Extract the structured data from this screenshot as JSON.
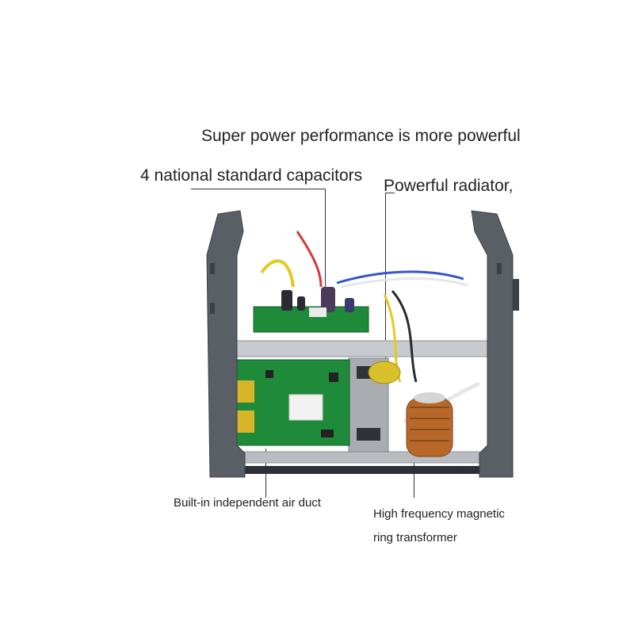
{
  "headline": "Super power performance is more powerful",
  "callouts": {
    "capacitors": "4 national standard capacitors",
    "radiator": "Powerful radiator,",
    "air_duct": "Built-in independent air duct",
    "transformer_line1": "High frequency magnetic",
    "transformer_line2": "ring transformer"
  },
  "colors": {
    "housing": "#5a5f66",
    "housing_dark": "#3c4046",
    "pcb_green": "#1f8a3a",
    "copper": "#b8692a",
    "chassis": "#b9bdc1"
  }
}
